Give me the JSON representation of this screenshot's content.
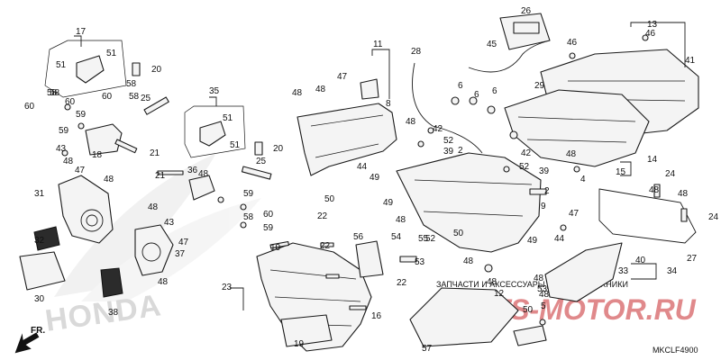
{
  "diagram": {
    "code": "MKCLF4900",
    "direction_label": "FR.",
    "brand_watermark": "HONDA",
    "shop_watermark_top": "ЗАПЧАСТИ И АКСЕССУАРЫ ДЛЯ МОТОТЕХНИКИ",
    "shop_watermark_main": "PARTS-MOTOR.RU",
    "callouts": [
      "17",
      "51",
      "51",
      "20",
      "58",
      "60",
      "59",
      "60",
      "59",
      "58",
      "18",
      "43",
      "48",
      "47",
      "48",
      "31",
      "32",
      "30",
      "38",
      "58",
      "60",
      "58",
      "25",
      "21",
      "35",
      "51",
      "51",
      "21",
      "36",
      "48",
      "43",
      "48",
      "37",
      "47",
      "48",
      "20",
      "25",
      "59",
      "58",
      "60",
      "59",
      "48",
      "47",
      "48",
      "44",
      "8",
      "50",
      "11",
      "28",
      "48",
      "42",
      "52",
      "39",
      "2",
      "49",
      "49",
      "48",
      "22",
      "22",
      "10",
      "23",
      "16",
      "19",
      "56",
      "22",
      "54",
      "55",
      "52",
      "53",
      "50",
      "48",
      "48",
      "12",
      "57",
      "50",
      "48",
      "48",
      "44",
      "47",
      "42",
      "52",
      "39",
      "9",
      "2",
      "49",
      "15",
      "45",
      "26",
      "46",
      "29",
      "46",
      "13",
      "41",
      "6",
      "6",
      "6",
      "4",
      "48",
      "24",
      "48",
      "48",
      "27",
      "24",
      "14",
      "34",
      "40",
      "33",
      "5",
      "53"
    ]
  }
}
